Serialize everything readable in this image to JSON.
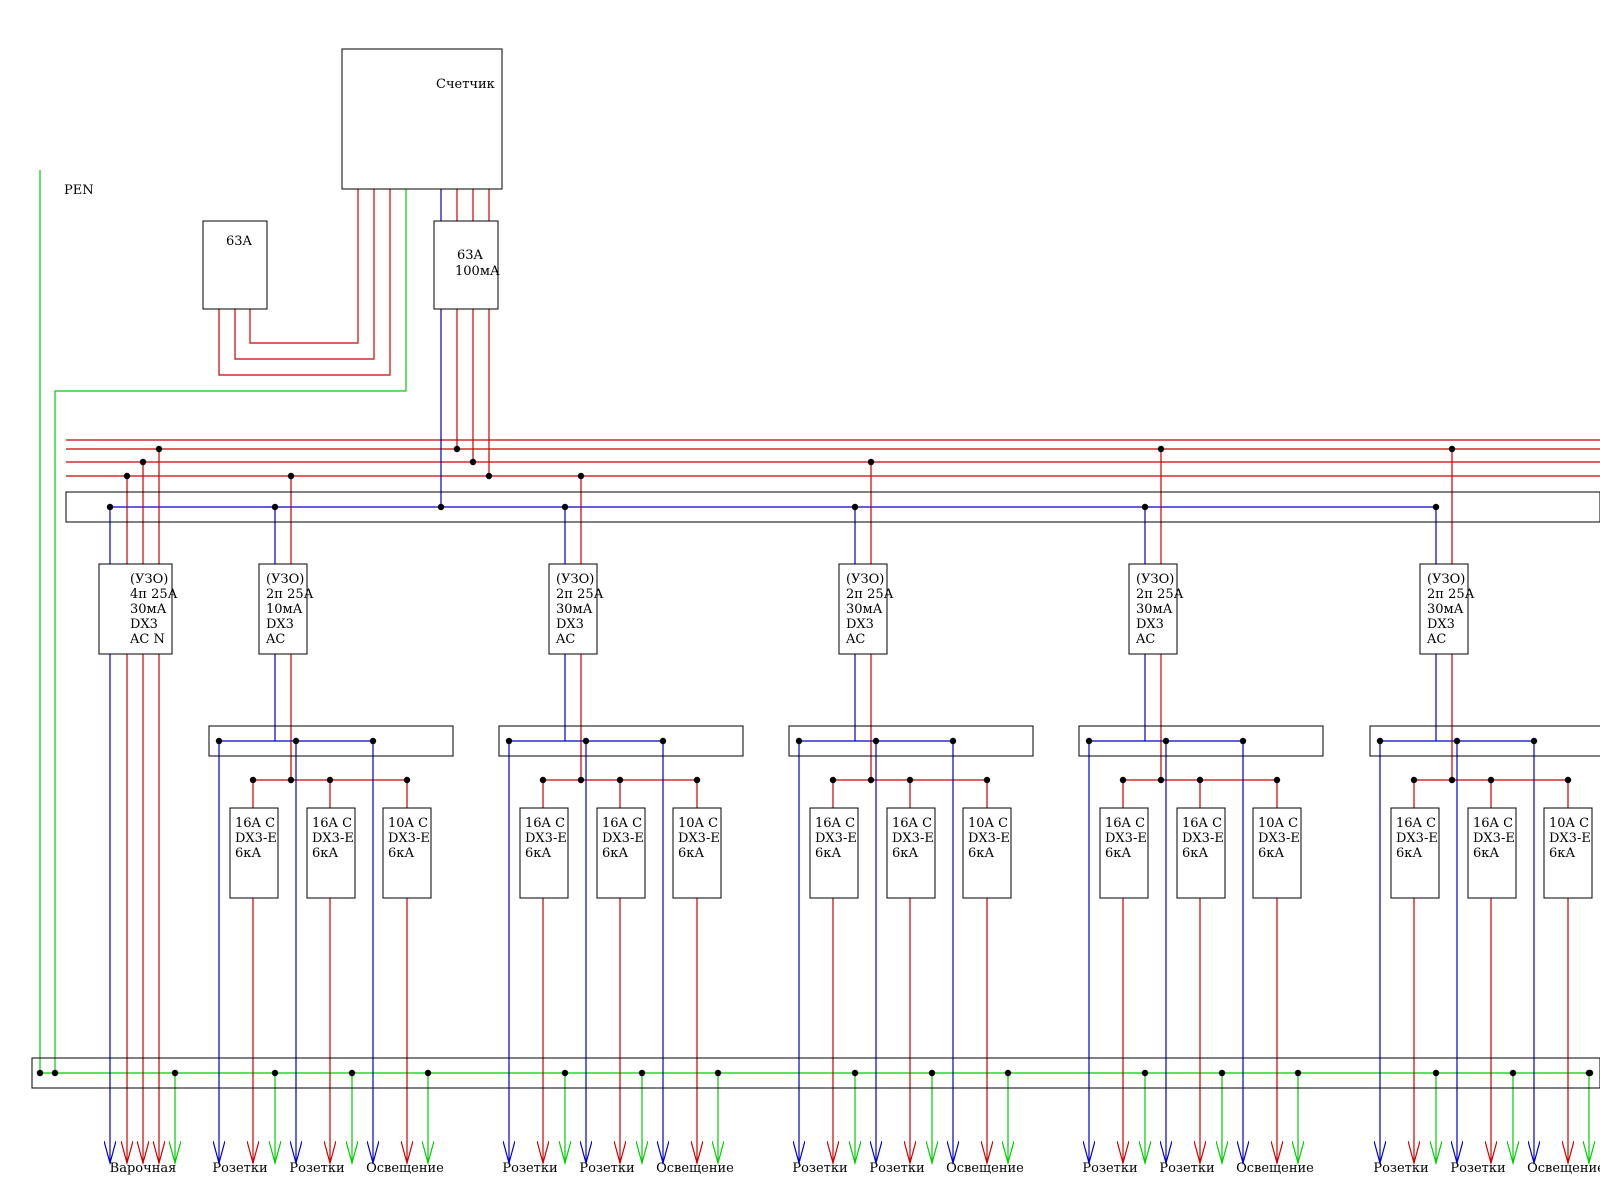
{
  "colors": {
    "phase": "#cc0000",
    "neutral": "#0000cc",
    "earth": "#00cc00",
    "outline": "#000000"
  },
  "meter": {
    "label": "Счетчик"
  },
  "pen_label": "PEN",
  "main_breaker": {
    "label": "63A"
  },
  "main_rcd": {
    "lines": [
      "63A",
      "100мА"
    ]
  },
  "cooker_rcd": {
    "lines": [
      "(УЗО)",
      "4п 25А",
      "30мА",
      "DX3",
      "AC N"
    ]
  },
  "group_rcd": {
    "lines": [
      "(УЗО)",
      "2п 25А",
      "30мА",
      "DX3",
      "AC"
    ]
  },
  "first_group_rcd": {
    "lines": [
      "(УЗО)",
      "2п 25А",
      "10мА",
      "DX3",
      "AC"
    ]
  },
  "breaker_16": {
    "lines": [
      "16A C",
      "DX3-E",
      "6кА"
    ]
  },
  "breaker_10": {
    "lines": [
      "10A C",
      "DX3-E",
      "6кА"
    ]
  },
  "outputs": {
    "cooker": "Варочная",
    "socket": "Розетки",
    "lighting": "Освещение"
  }
}
